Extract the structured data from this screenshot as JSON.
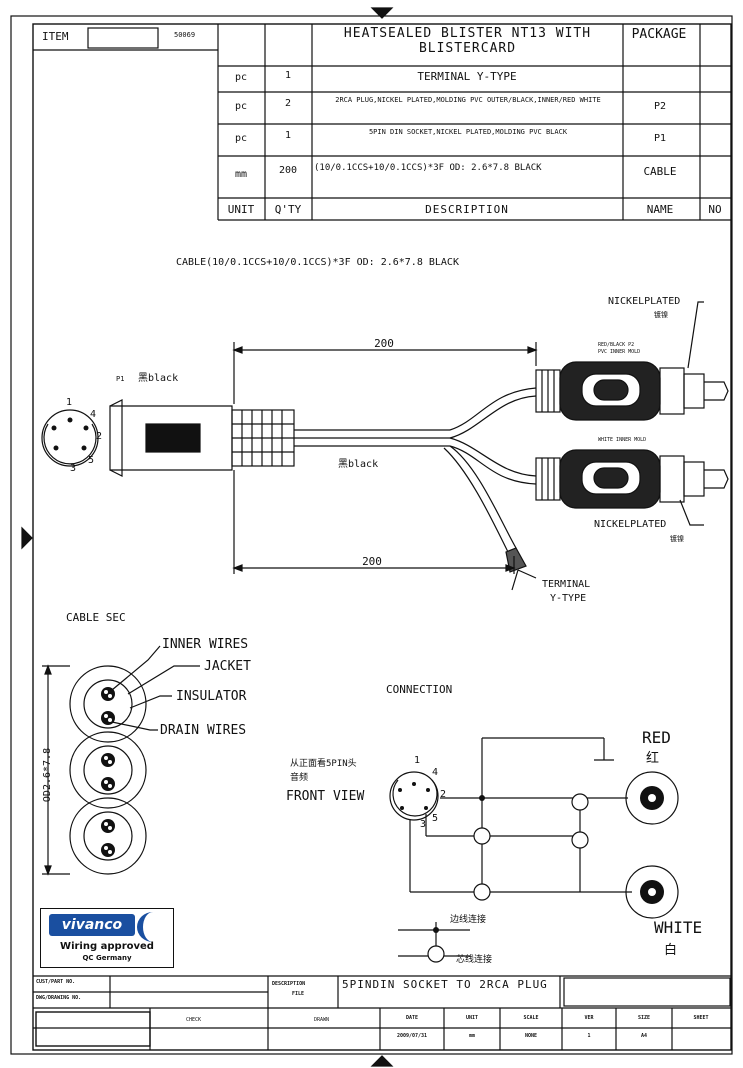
{
  "header": {
    "item_label": "ITEM",
    "item_code": "50069",
    "product_title": "HEATSEALED BLISTER NT13 WITH BLISTERCARD",
    "package_label": "PACKAGE"
  },
  "bom": {
    "rows": [
      {
        "unit": "pc",
        "qty": "1",
        "description": "TERMINAL Y-TYPE",
        "name": "",
        "no": ""
      },
      {
        "unit": "pc",
        "qty": "2",
        "description": "2RCA PLUG,NICKEL PLATED,MOLDING PVC OUTER/BLACK,INNER/RED WHITE",
        "name": "P2",
        "no": ""
      },
      {
        "unit": "pc",
        "qty": "1",
        "description": "5PIN DIN SOCKET,NICKEL PLATED,MOLDING PVC BLACK",
        "name": "P1",
        "no": ""
      },
      {
        "unit": "mm",
        "qty": "200",
        "description": "(10/0.1CCS+10/0.1CCS)*3F OD: 2.6*7.8 BLACK",
        "name": "CABLE",
        "no": ""
      }
    ],
    "columns": {
      "unit": "UNIT",
      "qty": "Q'TY",
      "description": "DESCRIPTION",
      "name": "NAME",
      "no": "NO"
    }
  },
  "drawing": {
    "cable_spec": "CABLE(10/0.1CCS+10/0.1CCS)*3F OD: 2.6*7.8 BLACK",
    "nickel_plated": "NICKELPLATED",
    "nickel_cn": "镀镍",
    "p1_label": "P1",
    "black_label": "黑black",
    "dim_top": "200",
    "dim_bottom": "200",
    "terminal_line1": "TERMINAL",
    "terminal_line2": "Y-TYPE",
    "rca_mold_top": "RED/BLACK P2",
    "rca_mold_top2": "PVC INNER MOLD",
    "rca_mold_bottom": "WHITE INNER MOLD",
    "din_pins": [
      "1",
      "4",
      "2",
      "5",
      "3"
    ]
  },
  "cable_section": {
    "title": "CABLE SEC",
    "labels": [
      "INNER WIRES",
      "JACKET",
      "INSULATOR",
      "DRAIN WIRES"
    ],
    "od_label": "OD2.6*7.8"
  },
  "connection": {
    "title": "CONNECTION",
    "front_view_cn": "从正面看5PIN头",
    "front_view_cn2": "音频",
    "front_view": "FRONT VIEW",
    "pins": [
      "1",
      "4",
      "2",
      "5",
      "3"
    ],
    "red": "RED",
    "red_cn": "红",
    "white": "WHITE",
    "white_cn": "白",
    "legend_cn1": "边线连接",
    "legend_cn2": "芯线连接"
  },
  "logo": {
    "brand": "vivanco",
    "line1": "Wiring approved",
    "line2": "QC Germany"
  },
  "title_block": {
    "custpart": "CUST/PART NO.",
    "custdrawing": "DWG/DRAWING NO.",
    "description_label": "DESCRIPTION",
    "description_sub": "FILE",
    "description": "5PINDIN SOCKET TO 2RCA PLUG",
    "check": "CHECK",
    "drawn": "DRAWN",
    "date_label": "DATE",
    "date": "2009/07/31",
    "unit_label": "UNIT",
    "unit": "mm",
    "scale_label": "SCALE",
    "scale": "NONE",
    "ver_label": "VER",
    "ver": "1",
    "size_label": "SIZE",
    "size": "A4",
    "sheet_label": "SHEET"
  }
}
